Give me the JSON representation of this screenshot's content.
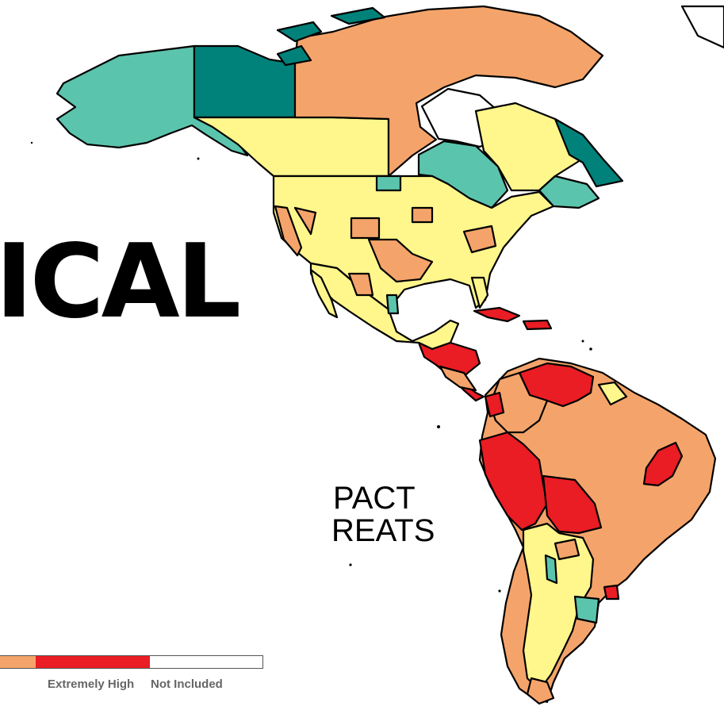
{
  "map": {
    "title_fragment": "ICAL",
    "subtitle_lines": [
      "PACT",
      "REATS"
    ],
    "legend": {
      "swatches": [
        {
          "color": "#f4a46a",
          "label": "",
          "share": 0.23
        },
        {
          "color": "#ea1c24",
          "label": "Extremely High",
          "share": 0.43
        },
        {
          "color": "#ffffff",
          "label": "Not Included",
          "share": 0.34
        }
      ]
    },
    "colors": {
      "low": "#5bc4ad",
      "low_medium": "#00827a",
      "medium": "#fff68c",
      "high": "#f4a46a",
      "extremely_high": "#ea1c24",
      "not_included": "#ffffff",
      "outline": "#000000"
    }
  }
}
